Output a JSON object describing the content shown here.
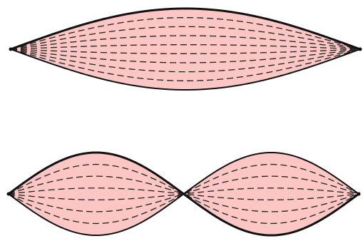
{
  "colors": {
    "fill": "#fcc6c4",
    "outline": "#111111",
    "dashes": "#222222",
    "background": "#ffffff"
  },
  "figures": [
    {
      "name": "fundamental-mode",
      "loops": 1,
      "interior_dashed_curves": 8
    },
    {
      "name": "second-harmonic-mode",
      "loops": 2,
      "interior_dashed_curves": 6
    }
  ]
}
